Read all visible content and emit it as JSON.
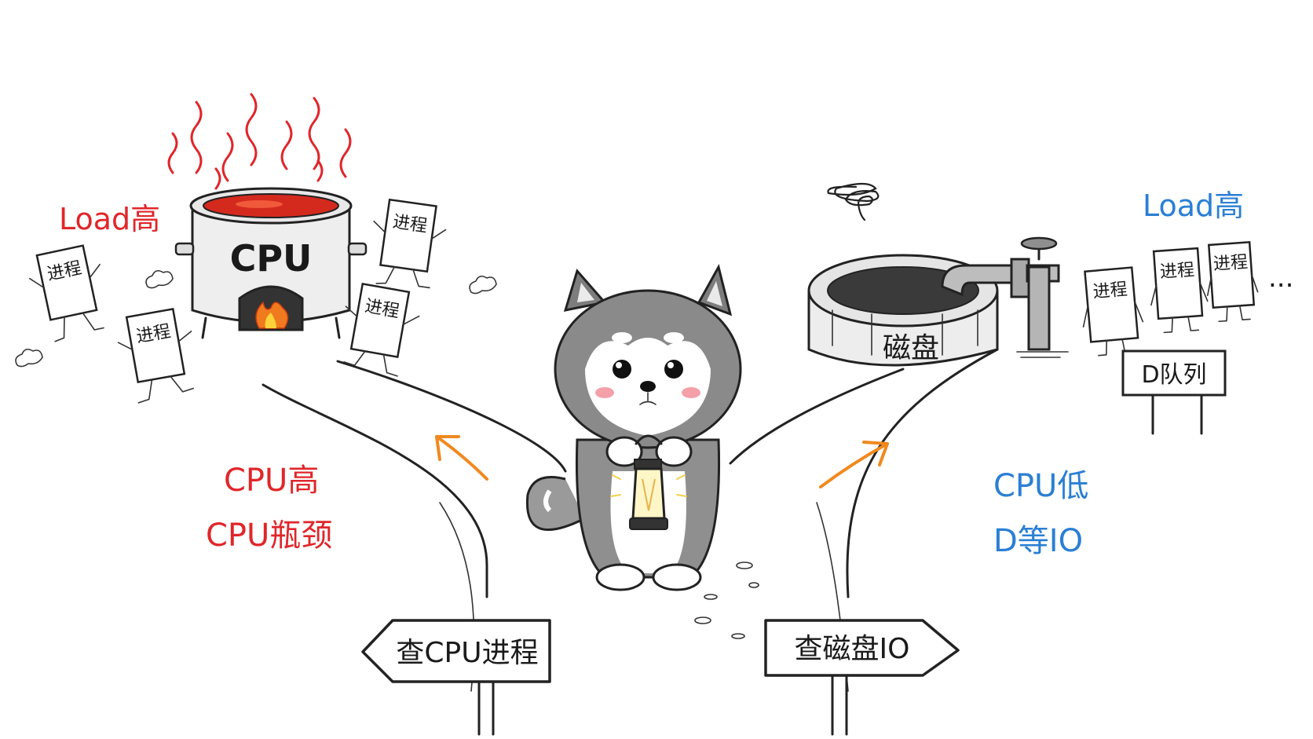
{
  "left_branch": {
    "load_label": "Load高",
    "cpu_pot_label": "CPU",
    "process_cards": [
      "进程",
      "进程",
      "进程",
      "进程"
    ],
    "caption_line1": "CPU高",
    "caption_line2": "CPU瓶颈",
    "sign_label": "查CPU进程",
    "accent_color": "#e0262a"
  },
  "right_branch": {
    "load_label": "Load高",
    "disk_well_label": "磁盘",
    "queue_cards": [
      "进程",
      "进程",
      "进程"
    ],
    "queue_ellipsis": "...",
    "queue_sign_label": "D队列",
    "caption_line1": "CPU低",
    "caption_line2": "D等IO",
    "sign_label": "查磁盘IO",
    "accent_color": "#2a7fd4"
  },
  "arrow_color": "#f0891f",
  "center_character": "husky-with-lantern"
}
